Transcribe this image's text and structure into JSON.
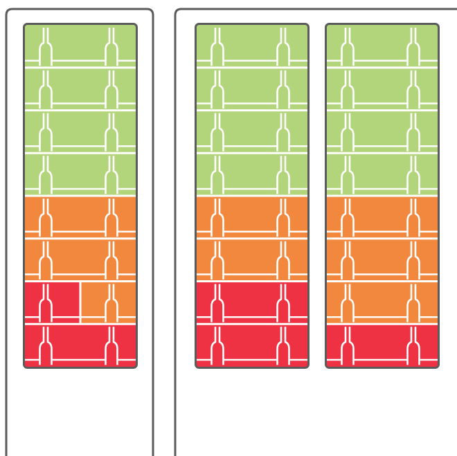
{
  "colors": {
    "green": "#b2d47a",
    "orange": "#f2883e",
    "red": "#ef3144",
    "outline": "#5b5b5b",
    "line": "#ffffff",
    "background": "#ffffff"
  },
  "fridge_units": [
    {
      "name": "unit-left",
      "racks": [
        {
          "name": "rack-1",
          "shelves": [
            {
              "sections": [
                "green"
              ]
            },
            {
              "sections": [
                "green"
              ]
            },
            {
              "sections": [
                "green"
              ]
            },
            {
              "sections": [
                "green"
              ]
            },
            {
              "sections": [
                "orange"
              ]
            },
            {
              "sections": [
                "orange"
              ]
            },
            {
              "sections": [
                "red",
                "orange"
              ]
            },
            {
              "sections": [
                "red"
              ]
            }
          ]
        }
      ]
    },
    {
      "name": "unit-right",
      "racks": [
        {
          "name": "rack-2",
          "shelves": [
            {
              "sections": [
                "green"
              ]
            },
            {
              "sections": [
                "green"
              ]
            },
            {
              "sections": [
                "green"
              ]
            },
            {
              "sections": [
                "green"
              ]
            },
            {
              "sections": [
                "orange"
              ]
            },
            {
              "sections": [
                "orange"
              ]
            },
            {
              "sections": [
                "red"
              ]
            },
            {
              "sections": [
                "red"
              ]
            }
          ]
        },
        {
          "name": "rack-3",
          "shelves": [
            {
              "sections": [
                "green"
              ]
            },
            {
              "sections": [
                "green"
              ]
            },
            {
              "sections": [
                "green"
              ]
            },
            {
              "sections": [
                "green"
              ]
            },
            {
              "sections": [
                "orange"
              ]
            },
            {
              "sections": [
                "orange"
              ]
            },
            {
              "sections": [
                "orange"
              ]
            },
            {
              "sections": [
                "red"
              ]
            }
          ]
        }
      ]
    }
  ],
  "icons": {
    "bottle": "bottle-icon"
  }
}
